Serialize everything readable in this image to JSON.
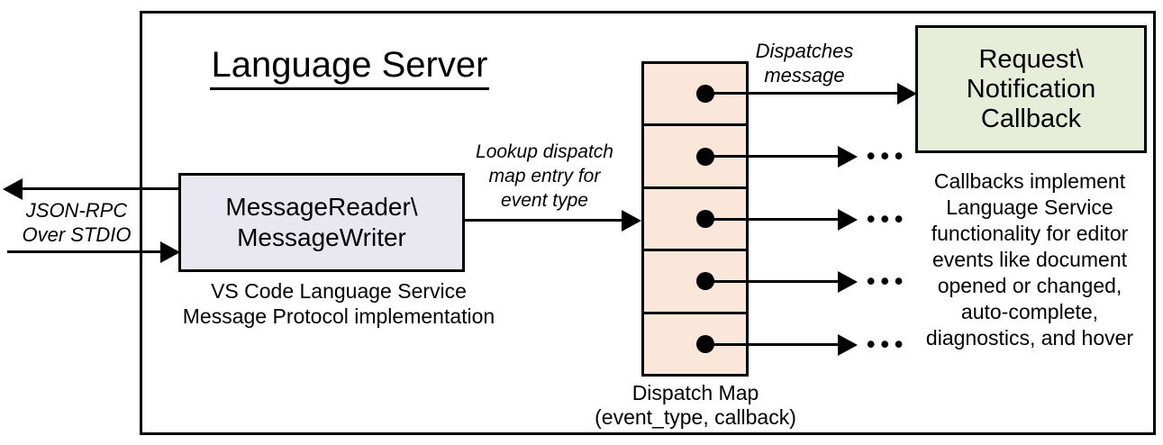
{
  "title": "Language Server",
  "stdio_channel": {
    "label_line1": "JSON-RPC",
    "label_line2": "Over STDIO"
  },
  "message_box": {
    "title_line1": "MessageReader\\",
    "title_line2": "MessageWriter",
    "caption_line1": "VS Code Language Service",
    "caption_line2": "Message Protocol implementation"
  },
  "lookup_label": {
    "line1": "Lookup dispatch",
    "line2": "map entry for",
    "line3": "event type"
  },
  "dispatch_map": {
    "cell_count": 5,
    "caption_line1": "Dispatch Map",
    "caption_line2": "(event_type, callback)"
  },
  "dispatch_label": {
    "line1": "Dispatches",
    "line2": "message"
  },
  "callback_box": {
    "line1": "Request\\",
    "line2": "Notification",
    "line3": "Callback"
  },
  "callback_note": [
    "Callbacks implement",
    "Language Service",
    "functionality for editor",
    "events like document",
    "opened or changed,",
    "auto-complete,",
    "diagnostics, and hover"
  ],
  "ellipsis": "•••",
  "colors": {
    "message_box_fill": "#e9e8f1",
    "dispatch_cell_fill": "#fbe7d9",
    "callback_box_fill": "#e6eeda",
    "stroke": "#000000",
    "background": "#ffffff"
  }
}
